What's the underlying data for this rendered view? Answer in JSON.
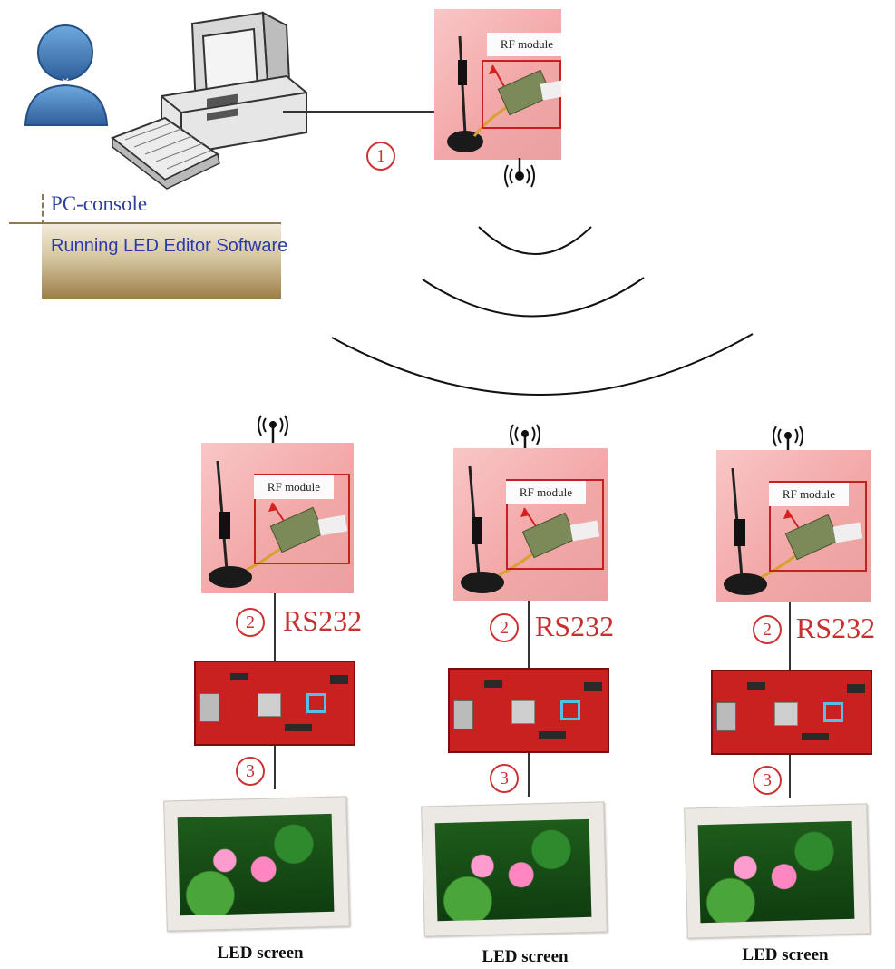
{
  "pc": {
    "title": "PC-console",
    "subtitle": "Running LED Editor Software"
  },
  "rf_label": "RF module",
  "markers": [
    "1",
    "2",
    "3"
  ],
  "link_label": "RS232",
  "screen_label": "LED screen",
  "colors": {
    "accent_red": "#c8302f",
    "pc_text": "#2f3f9a",
    "frame_red": "#c42020"
  }
}
